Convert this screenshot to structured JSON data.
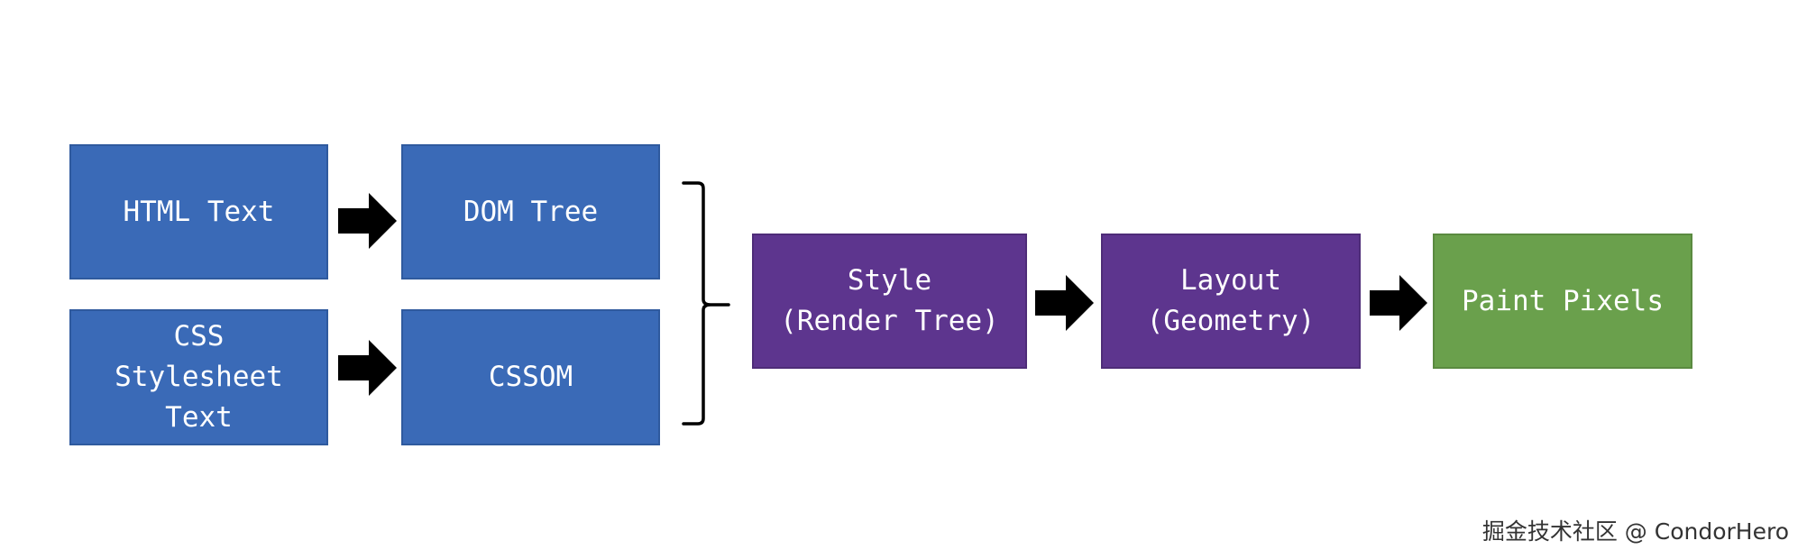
{
  "diagram": {
    "nodes": {
      "html_text": "HTML Text",
      "dom_tree": "DOM Tree",
      "css_text": "CSS\nStylesheet\nText",
      "cssom": "CSSOM",
      "style": "Style\n(Render Tree)",
      "layout": "Layout\n(Geometry)",
      "paint": "Paint Pixels"
    },
    "colors": {
      "input_nodes": "#3a6ab7",
      "process_nodes": "#5d358e",
      "output_node": "#6aa04c",
      "arrows": "#000000"
    }
  },
  "watermark": "掘金技术社区 @ CondorHero"
}
